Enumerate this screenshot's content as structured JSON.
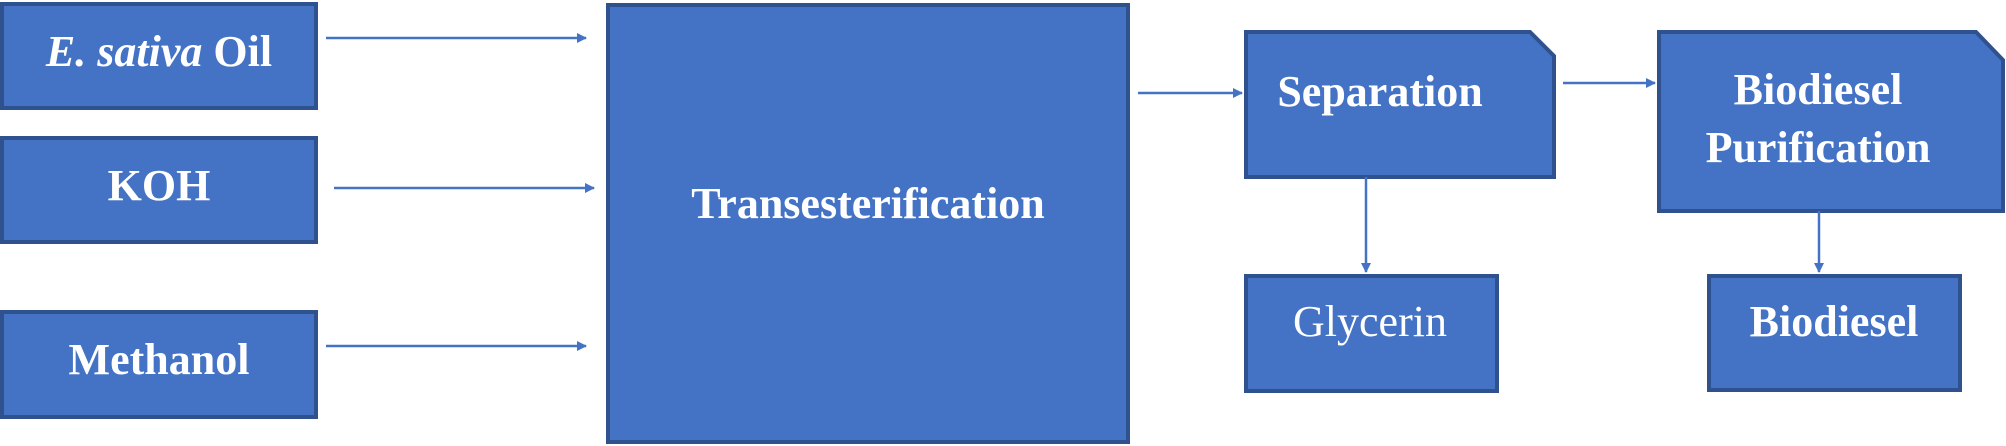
{
  "colors": {
    "box_fill": "#4472C4",
    "box_border": "#2F528F",
    "text": "#FFFFFF"
  },
  "nodes": {
    "oil": {
      "italic": "E. sativa",
      "rest": " Oil"
    },
    "koh": {
      "label": "KOH"
    },
    "methanol": {
      "label": "Methanol"
    },
    "transesterification": {
      "label": "Transesterification"
    },
    "separation": {
      "label": "Separation"
    },
    "glycerin": {
      "label": "Glycerin"
    },
    "purification": {
      "line1": "Biodiesel",
      "line2": "Purification"
    },
    "biodiesel": {
      "label": "Biodiesel"
    }
  }
}
